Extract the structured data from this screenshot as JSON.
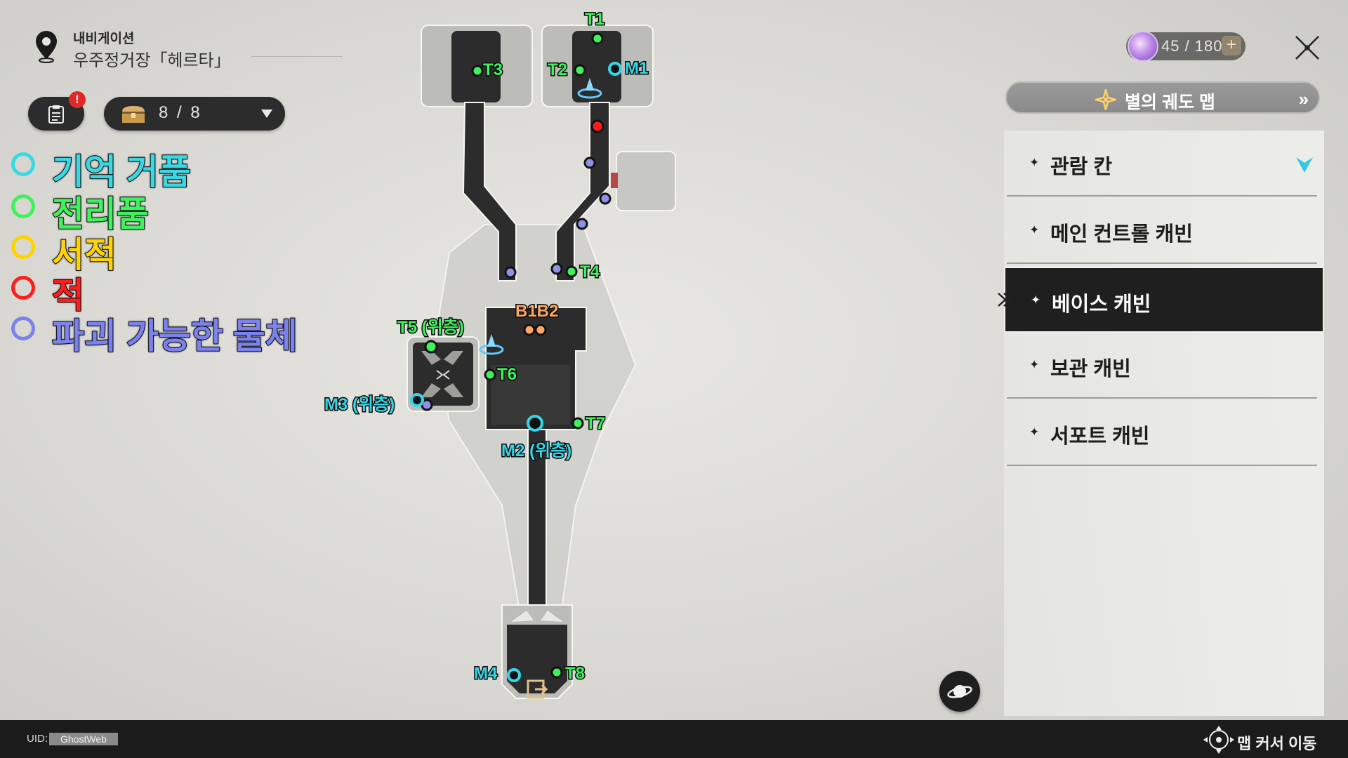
{
  "navigation": {
    "label": "내비게이션",
    "location": "우주정거장「헤르타」"
  },
  "missions": {
    "alert": "!"
  },
  "chests": {
    "count": "8 / 8"
  },
  "legend": [
    {
      "label": "기억 거품",
      "color": "#38d9e4"
    },
    {
      "label": "전리품",
      "color": "#3ef25c"
    },
    {
      "label": "서적",
      "color": "#ffd200"
    },
    {
      "label": "적",
      "color": "#ff1e1e"
    },
    {
      "label": "파괴 가능한 물체",
      "color": "#7b82f0"
    }
  ],
  "map_markers": {
    "T1": "T1",
    "T2": "T2",
    "T3": "T3",
    "M1": "M1",
    "T4": "T4",
    "B1B2": "B1B2",
    "T5": "T5 (위층)",
    "T6": "T6",
    "M3": "M3 (위층)",
    "T7": "T7",
    "M2": "M2 (위층)",
    "M4": "M4",
    "T8": "T8"
  },
  "stamina": {
    "value": "45 / 180",
    "plus": "+"
  },
  "trailblaze_map": {
    "label": "별의 궤도 맵"
  },
  "floors": [
    {
      "name": "관람 칸"
    },
    {
      "name": "메인 컨트롤 캐빈"
    },
    {
      "name": "베이스 캐빈",
      "active": true
    },
    {
      "name": "보관 캐빈"
    },
    {
      "name": "서포트 캐빈"
    }
  ],
  "footer": {
    "uid_label": "UID:",
    "uid_value": "GhostWeb",
    "cursor_hint": "맵 커서 이동"
  }
}
